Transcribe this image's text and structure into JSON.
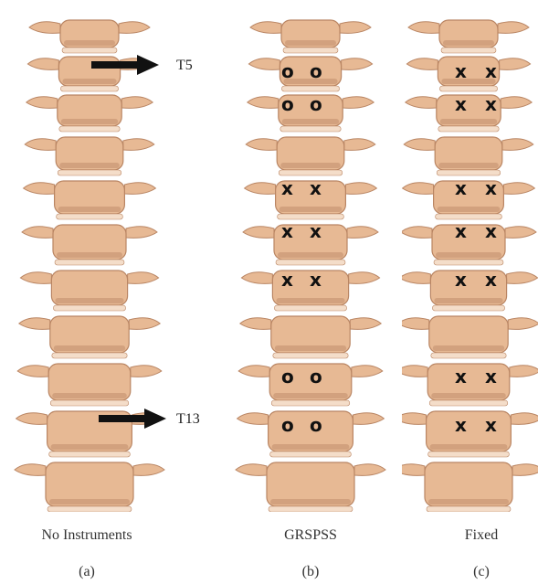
{
  "panels": [
    {
      "caption": "No Instruments",
      "sublabel": "(a)",
      "level_labels": {
        "top": "T5",
        "bottom": "T13"
      },
      "marks": []
    },
    {
      "caption": "GRSPSS",
      "sublabel": "(b)",
      "marks": [
        {
          "left": "o",
          "right": "o"
        },
        {
          "left": "o",
          "right": "o"
        },
        {
          "left": "x",
          "right": "x"
        },
        {
          "left": "x",
          "right": "x"
        },
        {
          "left": "x",
          "right": "x"
        },
        {
          "left": "o",
          "right": "o"
        },
        {
          "left": "o",
          "right": "o"
        }
      ]
    },
    {
      "caption": "Fixed",
      "sublabel": "(c)",
      "marks": [
        {
          "left": "x",
          "right": "x"
        },
        {
          "left": "x",
          "right": "x"
        },
        {
          "left": "x",
          "right": "x"
        },
        {
          "left": "x",
          "right": "x"
        },
        {
          "left": "x",
          "right": "x"
        },
        {
          "left": "x",
          "right": "x"
        },
        {
          "left": "x",
          "right": "x"
        }
      ]
    }
  ],
  "colors": {
    "bone": "#e7b994",
    "bone_dark": "#b98563",
    "disc": "#f4ddc9",
    "marker": "#111111"
  }
}
